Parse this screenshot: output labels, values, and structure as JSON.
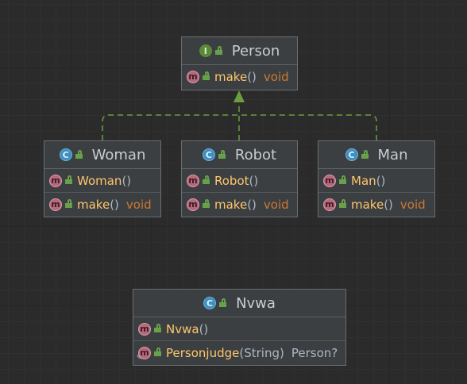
{
  "interface": {
    "name": "Person",
    "badge": "I",
    "methods": [
      {
        "badge": "m",
        "name": "make",
        "params": "()",
        "type": "void"
      }
    ]
  },
  "classes": [
    {
      "name": "Woman",
      "badge": "C",
      "methods": [
        {
          "badge": "m",
          "name": "Woman",
          "params": "()",
          "type": ""
        },
        {
          "badge": "m",
          "name": "make",
          "params": "()",
          "type": "void"
        }
      ]
    },
    {
      "name": "Robot",
      "badge": "C",
      "methods": [
        {
          "badge": "m",
          "name": "Robot",
          "params": "()",
          "type": ""
        },
        {
          "badge": "m",
          "name": "make",
          "params": "()",
          "type": "void"
        }
      ]
    },
    {
      "name": "Man",
      "badge": "C",
      "methods": [
        {
          "badge": "m",
          "name": "Man",
          "params": "()",
          "type": ""
        },
        {
          "badge": "m",
          "name": "make",
          "params": "()",
          "type": "void"
        }
      ]
    }
  ],
  "factory": {
    "name": "Nvwa",
    "badge": "C",
    "methods": [
      {
        "badge": "m",
        "name": "Nvwa",
        "params": "()",
        "type": ""
      },
      {
        "badge": "m",
        "name": "Personjudge",
        "params": "(String)",
        "type": "Person?"
      }
    ]
  },
  "colors": {
    "background": "#2b2b2b",
    "node_fill": "#3c3f41",
    "edge": "#6a9e3f",
    "method_name": "#ffc66d",
    "return_type": "#cc7832"
  }
}
